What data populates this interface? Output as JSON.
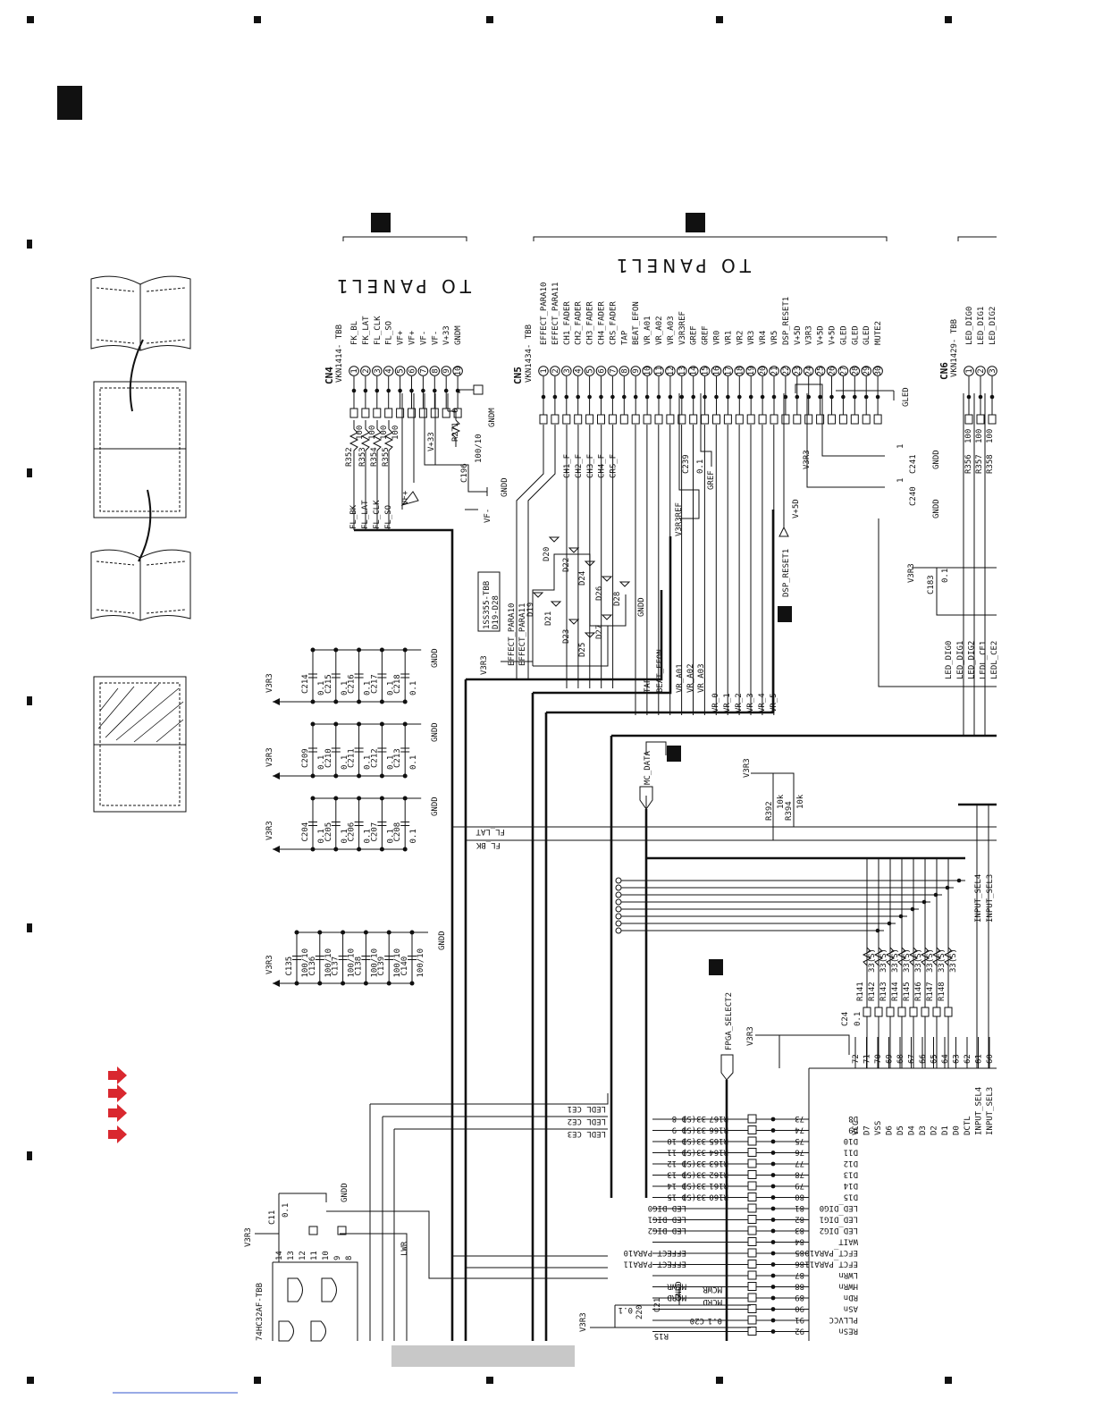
{
  "colors": {
    "ink": "#111111",
    "arrow": "#d9282f",
    "bar": "#c8c8c8",
    "link": "#3355cc"
  },
  "panel_label": "TO PANEL1",
  "connectors": [
    {
      "ref": "CN4",
      "part": "VKN1414- TBB",
      "pins": [
        "FK_BL",
        "FK_LAT",
        "FL_CLK",
        "FL_SO",
        "VF+",
        "VF+",
        "VF-",
        "VF-",
        "V+33",
        "GNDM"
      ],
      "nets": [
        "FL_BK",
        "FL_LAT",
        "FL_CLK",
        "FL_SO"
      ]
    },
    {
      "ref": "CN5",
      "part": "VKN1434- TBB",
      "pins": [
        "EFFECT_PARA10",
        "EFFECT_PARA11",
        "CH1_FADER",
        "CH2_FADER",
        "CH3_FADER",
        "CH4_FADER",
        "CRS_FADER",
        "TAP",
        "BEAT_EFON",
        "VR_A01",
        "VR_A02",
        "VR_A03",
        "V3R3REF",
        "GREF",
        "GREF",
        "VR0",
        "VR1",
        "VR2",
        "VR3",
        "VR4",
        "VR5",
        "DSP_RESET1",
        "V+5D",
        "V3R3",
        "V+5D",
        "V+5D",
        "GLED",
        "GLED",
        "GLED",
        "MUTE2"
      ],
      "nets": [
        "CH1_F",
        "CH2_F",
        "CH3_F",
        "CH4_F",
        "CRS_F"
      ]
    },
    {
      "ref": "CN6",
      "part": "VKN1429- TBB",
      "pins": [
        "LED_DIG0",
        "LED_DIG1",
        "LED_DIG2"
      ]
    }
  ],
  "nets": {
    "power": [
      "V3R3",
      "GNDD",
      "GNDM",
      "V+5D",
      "VF+",
      "VF-",
      "V+33",
      "V3R3REF",
      "GREF",
      "GLED"
    ],
    "left_bus": [
      "EFFECT_PARA10",
      "EFFECT_PARA11",
      "TAP",
      "BEAT_EFON",
      "VR_A01",
      "VR_A02",
      "VR_A03",
      "VR_0",
      "VR_1",
      "VR_2",
      "VR_3",
      "VR_4",
      "VR_5"
    ],
    "offpage": [
      "DSP_RESET1",
      "MC_DATA",
      "FPGA_SELECT2"
    ],
    "fl_nets": [
      "FL_LAT",
      "FL_BK"
    ],
    "led_nets": [
      "LED_DIG0",
      "LED_DIG1",
      "LED_DIG2",
      "LEDL_CE1",
      "LEDL_CE2"
    ],
    "input_sel": [
      "INPUT_SEL4",
      "INPUT_SEL3"
    ],
    "lwr": "LWR",
    "mcwr": "MCWR",
    "mcrd": "MCRD"
  },
  "resistors": [
    "R352",
    "R353",
    "R354",
    "R355",
    "R271",
    "R356",
    "R357",
    "R358",
    "R392",
    "R394",
    "R141",
    "R142",
    "R143",
    "R144",
    "R145",
    "R146",
    "R147",
    "R148",
    "R160",
    "R161",
    "R162",
    "R163",
    "R164",
    "R165",
    "R166",
    "R167",
    "R15"
  ],
  "resistor_values": {
    "100": "100",
    "0": "0",
    "10k": "10k",
    "33(S)": "33(S)",
    "220": "220"
  },
  "caps": {
    "row1": [
      "C214",
      "C215",
      "C216",
      "C217",
      "C218"
    ],
    "row2": [
      "C209",
      "C210",
      "C211",
      "C212",
      "C213"
    ],
    "row3": [
      "C204",
      "C205",
      "C206",
      "C207",
      "C208"
    ],
    "row4": [
      "C135",
      "C136",
      "C137",
      "C138",
      "C139",
      "C140"
    ],
    "others": [
      "C196",
      "C239",
      "C241",
      "C240",
      "C183",
      "C24",
      "C11",
      "C21",
      "C20"
    ],
    "val_small": "0.1",
    "val_big": "100/10",
    "val_one": "1"
  },
  "diodes": {
    "part": "1SS355-TBB",
    "range": "D19-D28",
    "refs": [
      "D19",
      "D20",
      "D21",
      "D22",
      "D23",
      "D24",
      "D25",
      "D26",
      "D27",
      "D28"
    ]
  },
  "logic_ic": {
    "part": "74HC32AF-TBB",
    "pins": [
      "14",
      "13",
      "12",
      "11",
      "10",
      "9",
      "8"
    ]
  },
  "mcu": {
    "top_pins": [
      {
        "n": "72",
        "s": "VCC"
      },
      {
        "n": "71",
        "s": "D7"
      },
      {
        "n": "70",
        "s": "VSS"
      },
      {
        "n": "69",
        "s": "D6"
      },
      {
        "n": "68",
        "s": "D5"
      },
      {
        "n": "67",
        "s": "D4"
      },
      {
        "n": "66",
        "s": "D3"
      },
      {
        "n": "65",
        "s": "D2"
      },
      {
        "n": "64",
        "s": "D1"
      },
      {
        "n": "63",
        "s": "D0"
      },
      {
        "n": "62",
        "s": "DCTL"
      },
      {
        "n": "61",
        "s": "INPUT_SEL4"
      },
      {
        "n": "60",
        "s": "INPUT_SEL3"
      }
    ],
    "left_pins": [
      {
        "n": "73",
        "s": "D8",
        "net": "D 8"
      },
      {
        "n": "74",
        "s": "D9",
        "net": "D 9"
      },
      {
        "n": "75",
        "s": "D10",
        "net": "D 10"
      },
      {
        "n": "76",
        "s": "D11",
        "net": "D 11"
      },
      {
        "n": "77",
        "s": "D12",
        "net": "D 12"
      },
      {
        "n": "78",
        "s": "D13",
        "net": "D 13"
      },
      {
        "n": "79",
        "s": "D14",
        "net": "D 14"
      },
      {
        "n": "80",
        "s": "D15",
        "net": "D 15"
      },
      {
        "n": "81",
        "s": "LED_DIG0",
        "net": "LED DIG0"
      },
      {
        "n": "82",
        "s": "LED_DIG1",
        "net": "LED DIG1"
      },
      {
        "n": "83",
        "s": "LED_DIG2",
        "net": "LED DIG2"
      },
      {
        "n": "84",
        "s": "WAIT",
        "net": ""
      },
      {
        "n": "85",
        "s": "EFCT_PARA10",
        "net": "EFFECT PARA10"
      },
      {
        "n": "86",
        "s": "EFCT_PARA11",
        "net": "EFFECT PARA11"
      },
      {
        "n": "87",
        "s": "LWRn",
        "net": ""
      },
      {
        "n": "88",
        "s": "HWRn",
        "net": "MCWR"
      },
      {
        "n": "89",
        "s": "RDn",
        "net": "MCRD"
      },
      {
        "n": "90",
        "s": "ASn",
        "net": ""
      },
      {
        "n": "91",
        "s": "PLLVCC",
        "net": ""
      },
      {
        "n": "92",
        "s": "RESn",
        "net": ""
      }
    ]
  },
  "led_ce_nets": [
    "LEDL CE1",
    "LEDL CE2",
    "LEDL CE3"
  ]
}
